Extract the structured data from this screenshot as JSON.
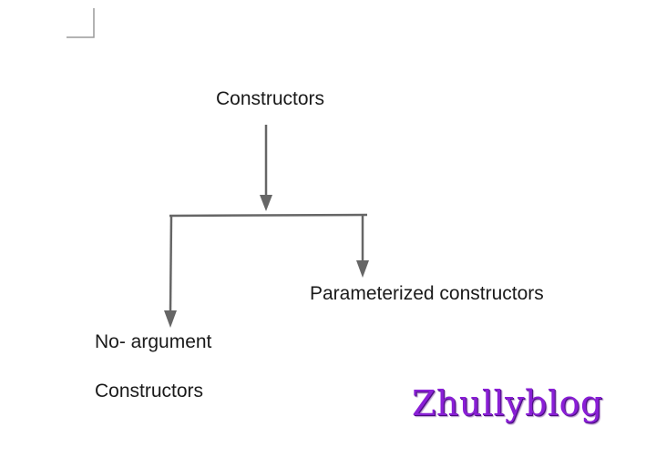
{
  "diagram": {
    "root": {
      "label": "Constructors"
    },
    "children": [
      {
        "label_lines": [
          "Parameterized constructors"
        ]
      },
      {
        "label_lines": [
          "No- argument",
          "Constructors"
        ]
      }
    ],
    "edge_color": "#666666"
  },
  "watermark": {
    "text": "Zhullyblog",
    "color": "#8a1fd6"
  }
}
